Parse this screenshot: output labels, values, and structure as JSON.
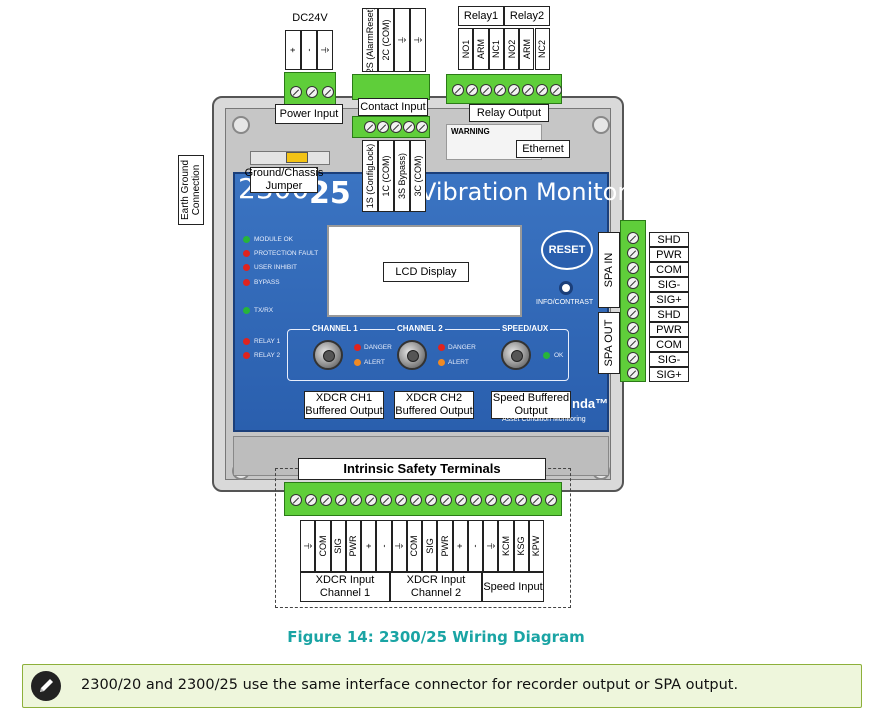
{
  "power": {
    "title": "DC24V",
    "pins": [
      "+",
      "-",
      "⏚"
    ],
    "label": "Power Input"
  },
  "contact": {
    "top_pins": [
      "2S (AlarmReset)",
      "2C (COM)",
      "⏚",
      "⏚"
    ],
    "bottom_pins": [
      "1S (ConfigLock)",
      "1C (COM)",
      "3S Bypass)",
      "3C (COM)"
    ],
    "label": "Contact Input"
  },
  "relay": {
    "group1": "Relay1",
    "group2": "Relay2",
    "pins": [
      "NO1",
      "ARM",
      "NC1",
      "NO2",
      "ARM",
      "NC2"
    ],
    "label": "Relay Output",
    "warning": "WARNING"
  },
  "ethernet_label": "Ethernet",
  "jumper_label": "Ground/Chassis Jumper",
  "earth_label": "Earth Ground Connection",
  "device": {
    "title_left": "2300",
    "title_bold": "25",
    "title_right": "Vibration Monitor",
    "reset": "RESET",
    "info_contrast": "INFO/CONTRAST",
    "lcd": "LCD Display",
    "status_leds": [
      {
        "label": "MODULE OK",
        "color": "#27b53a"
      },
      {
        "label": "PROTECTION FAULT",
        "color": "#e0231e"
      },
      {
        "label": "USER INHIBIT",
        "color": "#e0231e"
      },
      {
        "label": "BYPASS",
        "color": "#e0231e"
      },
      {
        "label": "TX/RX",
        "color": "#27b53a"
      },
      {
        "label": "RELAY 1",
        "color": "#e0231e"
      },
      {
        "label": "RELAY 2",
        "color": "#e0231e"
      }
    ],
    "channel1": "CHANNEL 1",
    "channel2": "CHANNEL 2",
    "speed_aux": "SPEED/AUX",
    "danger": "DANGER",
    "alert": "ALERT",
    "ok": "OK",
    "brand_suffix": "nda™",
    "brand_sub": "Asset Condition Monitoring"
  },
  "outputs": [
    "XDCR CH1 Buffered Output",
    "XDCR CH2 Buffered Output",
    "Speed Buffered Output"
  ],
  "spa": {
    "in_label": "SPA IN",
    "out_label": "SPA OUT",
    "pins": [
      "SHD",
      "PWR",
      "COM",
      "SIG-",
      "SIG+",
      "SHD",
      "PWR",
      "COM",
      "SIG-",
      "SIG+"
    ]
  },
  "intrinsic": {
    "label": "Intrinsic Safety Terminals",
    "pins": [
      "⏚",
      "COM",
      "SIG",
      "PWR",
      "+",
      "-",
      "⏚",
      "COM",
      "SIG",
      "PWR",
      "+",
      "-",
      "⏚",
      "KCM",
      "KSG",
      "KPW"
    ],
    "groups": [
      "XDCR Input Channel 1",
      "XDCR Input Channel 2",
      "Speed Input"
    ]
  },
  "caption": "Figure 14:  2300/25 Wiring Diagram",
  "note": "2300/20 and 2300/25 use the same interface connector for recorder output or SPA output.",
  "icon": "pencil-icon"
}
